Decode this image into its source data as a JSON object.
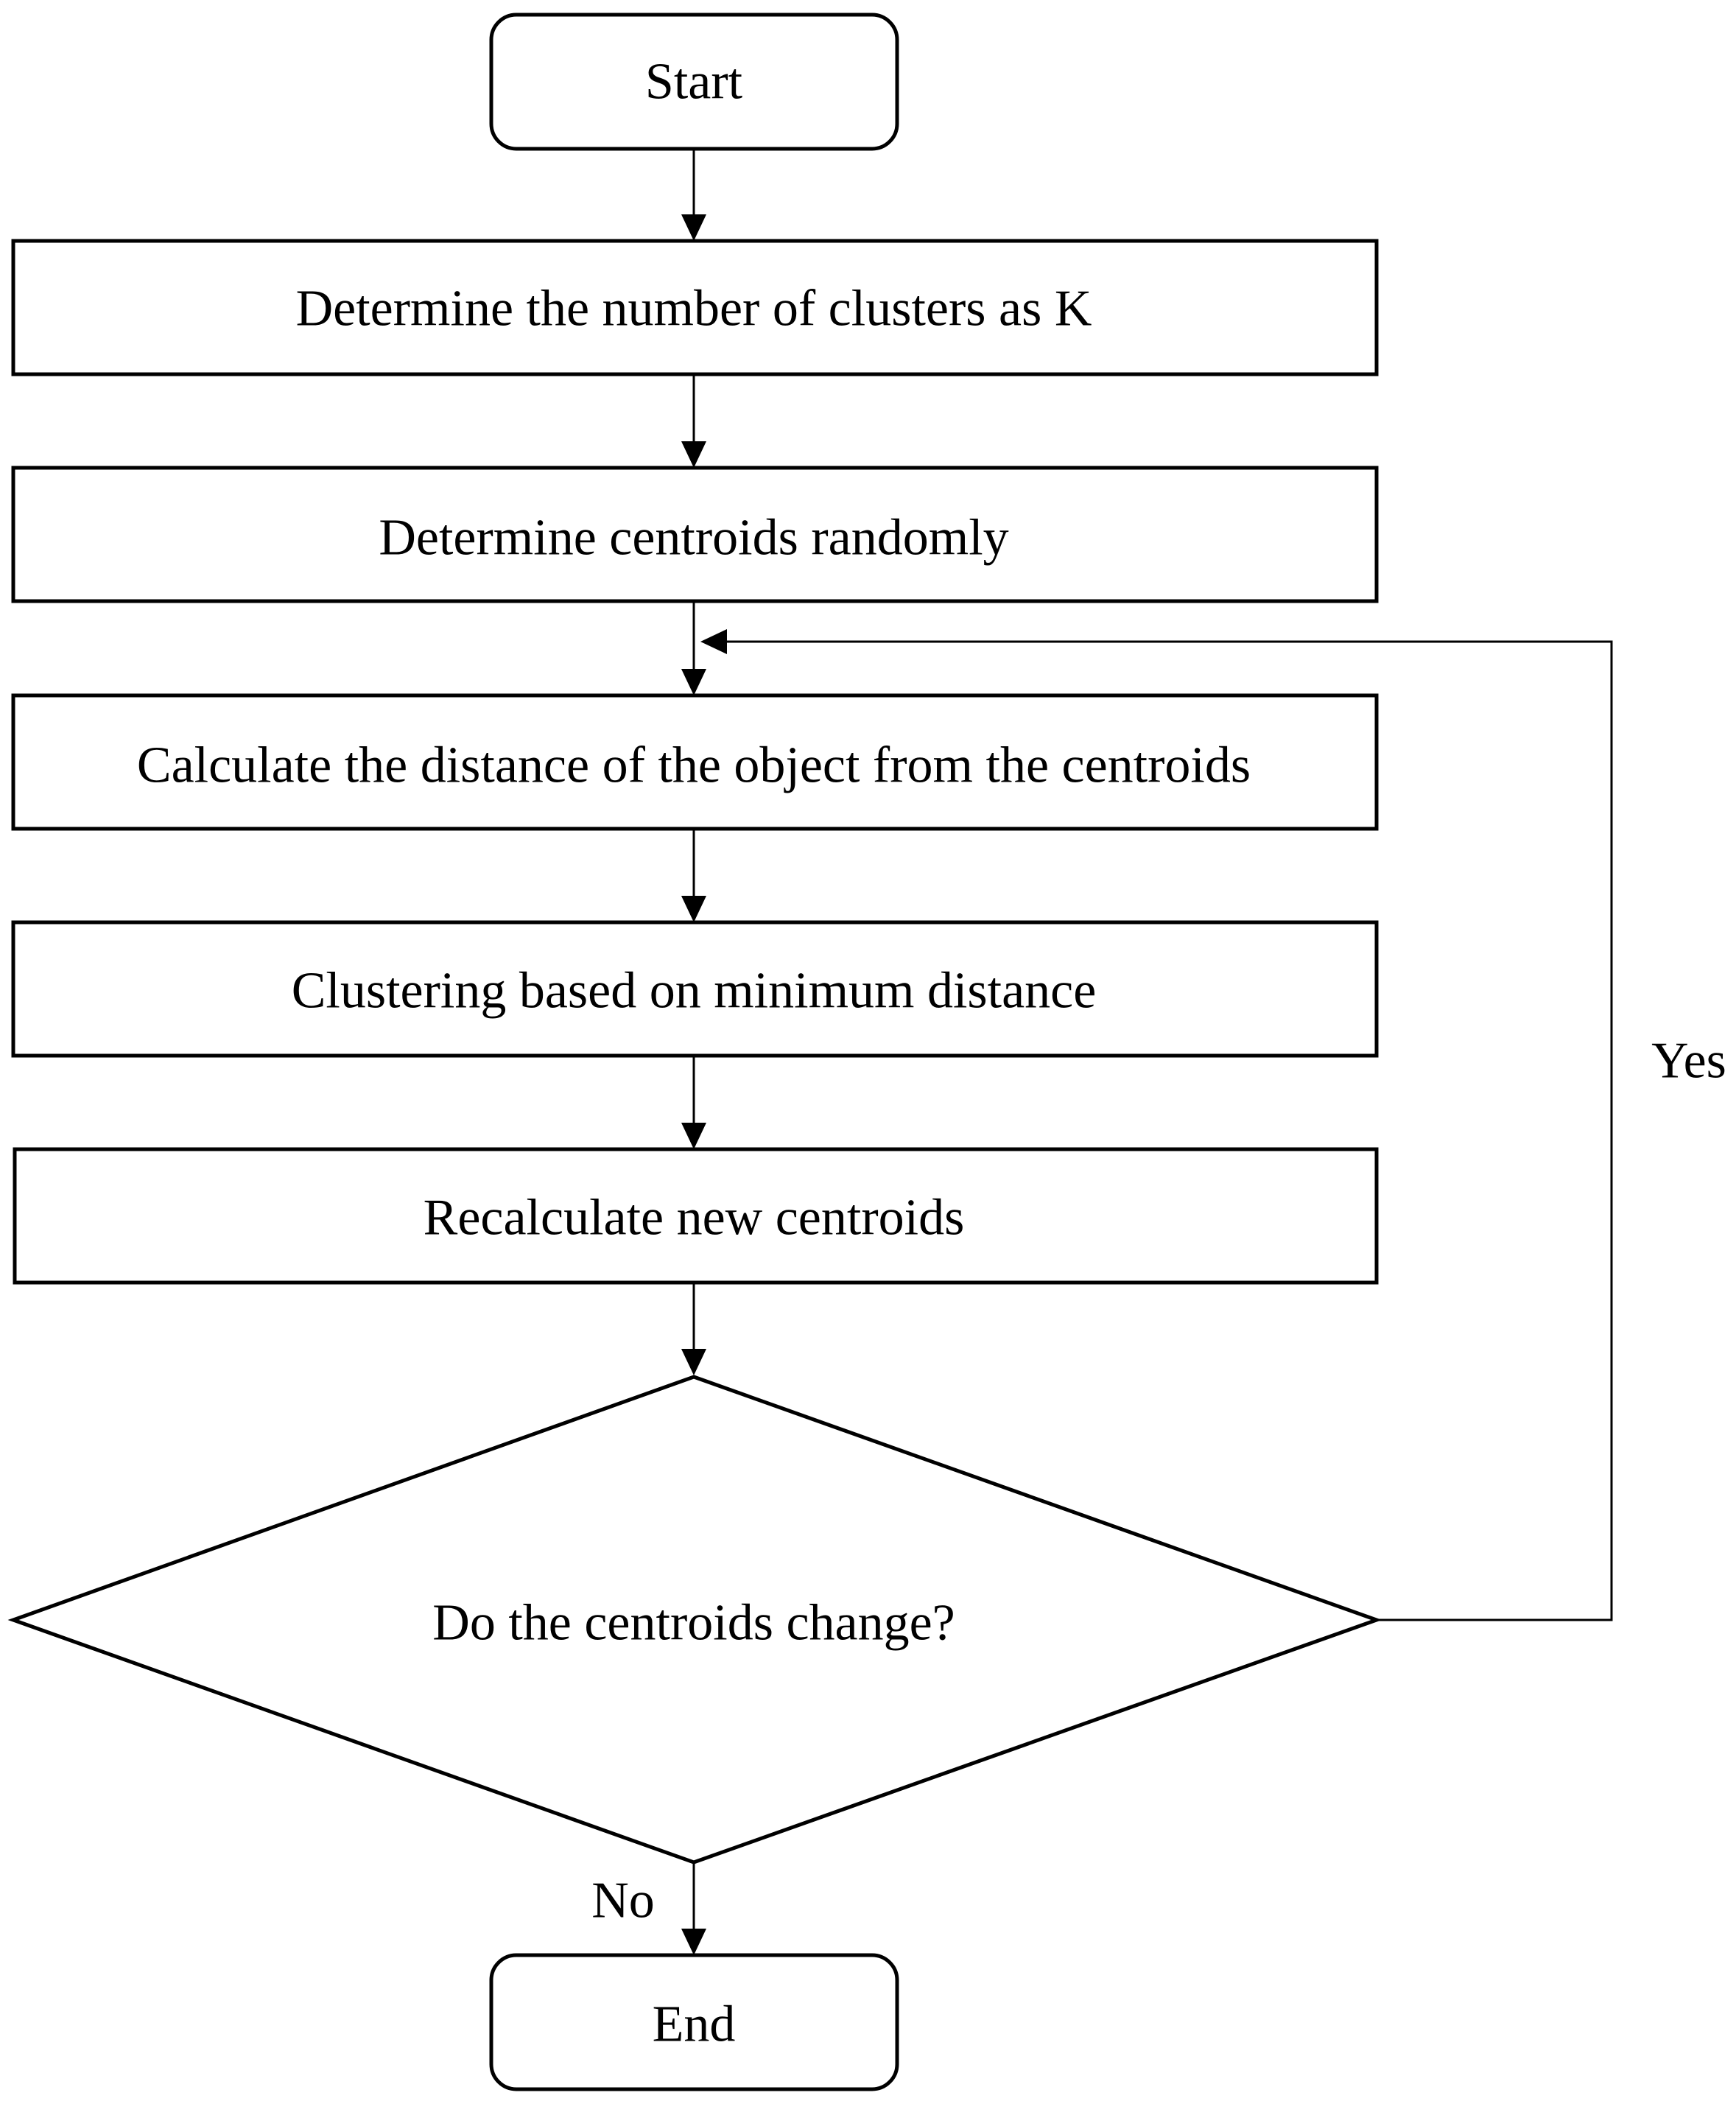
{
  "diagram": {
    "nodes": {
      "start": "Start",
      "determine_k": "Determine the number of clusters as K",
      "determine_centroids": "Determine centroids randomly",
      "calculate_distance": "Calculate the distance of the object from the centroids",
      "clustering": "Clustering based on minimum distance",
      "recalculate": "Recalculate new centroids",
      "decision": "Do the centroids change?",
      "end": "End"
    },
    "edge_labels": {
      "yes": "Yes",
      "no": "No"
    },
    "colors": {
      "stroke": "#000000",
      "fill": "#ffffff",
      "background": "#ffffff"
    }
  }
}
